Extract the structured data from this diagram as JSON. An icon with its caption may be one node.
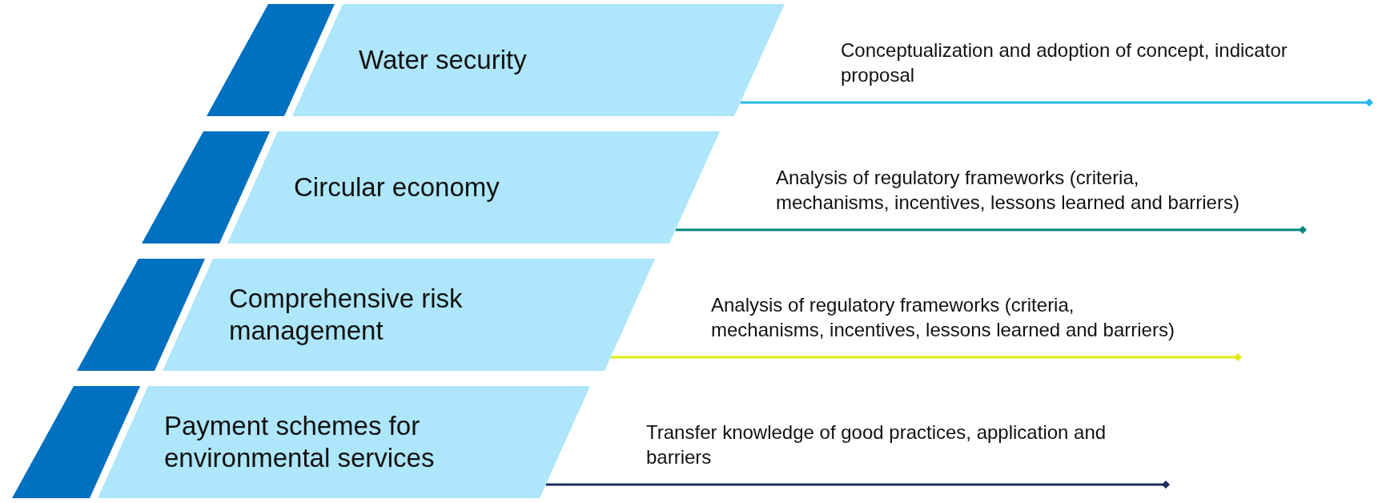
{
  "diagram": {
    "nodes": [
      {
        "text": [
          "Water security"
        ],
        "beside": [
          "Conceptualization and adoption of concept, indicator proposal"
        ]
      },
      {
        "text": [
          "Circular economy"
        ],
        "beside": [
          "Analysis of regulatory frameworks (criteria, mechanisms, incentives, lessons learned and barriers)"
        ]
      },
      {
        "text": [
          "Comprehensive risk management"
        ],
        "beside": [
          "Analysis of regulatory frameworks (criteria, mechanisms, incentives, lessons learned and barriers)"
        ]
      },
      {
        "text": [
          "Payment schemes for environmental services"
        ],
        "beside": [
          "Transfer knowledge of good practices, application and barriers"
        ]
      }
    ],
    "edges": [
      {
        "from": 0,
        "to": null,
        "arrow": "other",
        "color": "#29b6f0"
      },
      {
        "from": 1,
        "to": null,
        "arrow": "other",
        "color": "#00877a"
      },
      {
        "from": 2,
        "to": null,
        "arrow": "other",
        "color": "#e0ea10"
      },
      {
        "from": 3,
        "to": null,
        "arrow": "other",
        "color": "#1a2f5e"
      }
    ]
  }
}
